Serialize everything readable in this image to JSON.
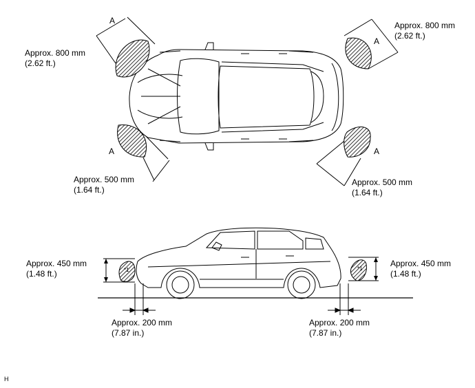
{
  "top_view": {
    "front_left": {
      "line1": "Approx. 800 mm",
      "line2": "(2.62 ft.)",
      "zone": "A"
    },
    "front_right": {
      "line1": "Approx. 500 mm",
      "line2": "(1.64 ft.)",
      "zone": "A"
    },
    "rear_left": {
      "line1": "Approx. 800 mm",
      "line2": "(2.62 ft.)",
      "zone": "A"
    },
    "rear_right": {
      "line1": "Approx. 500 mm",
      "line2": "(1.64 ft.)",
      "zone": "A"
    }
  },
  "side_view": {
    "front_height": {
      "line1": "Approx. 450 mm",
      "line2": "(1.48 ft.)",
      "marker": "*1"
    },
    "rear_height": {
      "line1": "Approx. 450 mm",
      "line2": "(1.48 ft.)",
      "marker": "*1"
    },
    "front_setback": {
      "line1": "Approx. 200 mm",
      "line2": "(7.87 in.)"
    },
    "rear_setback": {
      "line1": "Approx. 200 mm",
      "line2": "(7.87 in.)"
    }
  },
  "footer_code": "H"
}
